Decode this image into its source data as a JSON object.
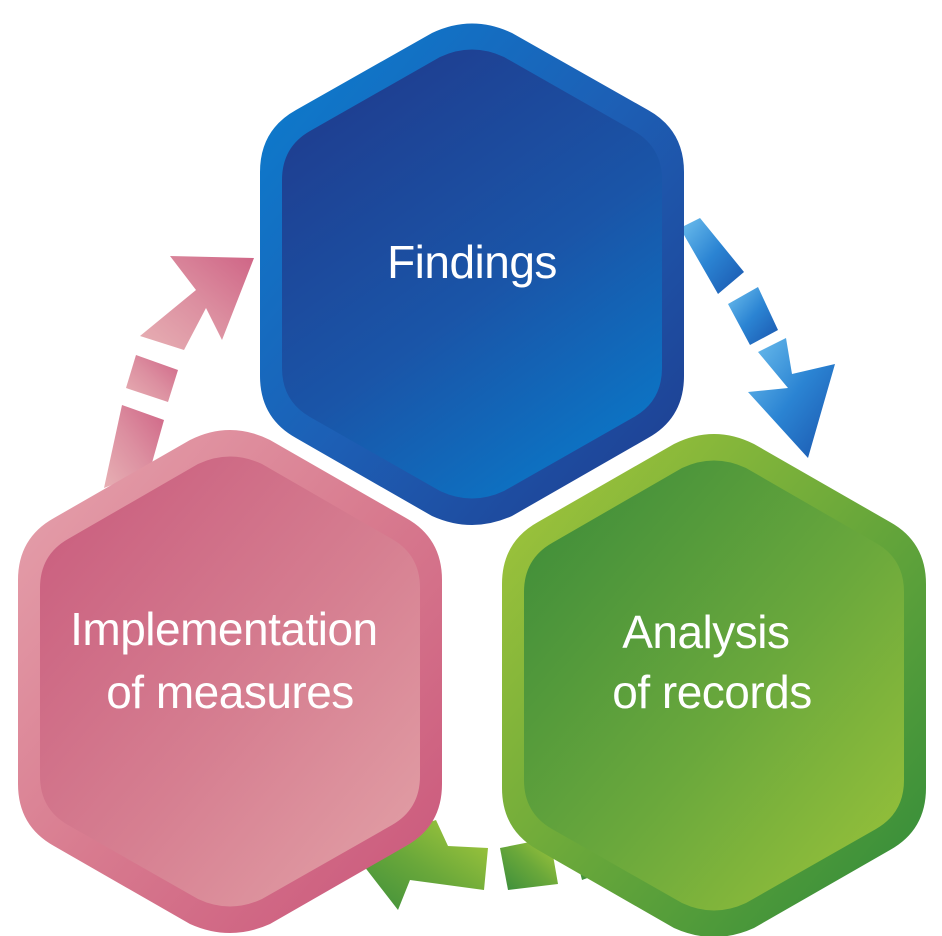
{
  "diagram": {
    "type": "cycle",
    "direction": "clockwise",
    "nodes": [
      {
        "id": "findings",
        "lines": [
          "Findings"
        ],
        "color": "#1f4f9e"
      },
      {
        "id": "analysis",
        "lines": [
          "Analysis",
          "of records"
        ],
        "color": "#5b9d35"
      },
      {
        "id": "implementation",
        "lines": [
          "Implementation",
          "of measures"
        ],
        "color": "#d7778a"
      }
    ],
    "edges": [
      {
        "from": "findings",
        "to": "analysis",
        "style": "dashed-arrow",
        "color": "#2b7fd0"
      },
      {
        "from": "analysis",
        "to": "implementation",
        "style": "dashed-arrow",
        "color": "#5a9a34"
      },
      {
        "from": "implementation",
        "to": "findings",
        "style": "dashed-arrow",
        "color": "#d8849a"
      }
    ]
  }
}
